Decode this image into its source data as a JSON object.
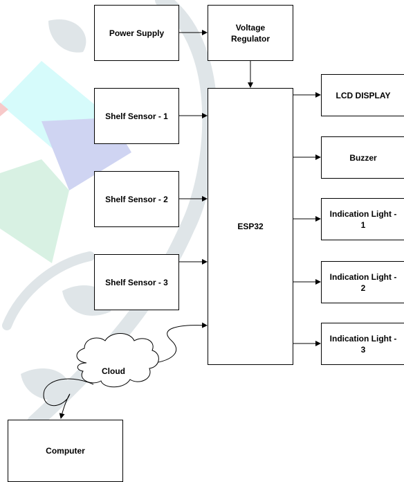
{
  "blocks": {
    "power_supply": "Power Supply",
    "voltage_regulator_line1": "Voltage",
    "voltage_regulator_line2": "Regulator",
    "shelf_sensor_1": "Shelf Sensor - 1",
    "shelf_sensor_2": "Shelf Sensor - 2",
    "shelf_sensor_3": "Shelf Sensor - 3",
    "esp32": "ESP32",
    "lcd_display": "LCD DISPLAY",
    "buzzer": "Buzzer",
    "indication_light_1_line1": "Indication Light -",
    "indication_light_1_line2": "1",
    "indication_light_2_line1": "Indication Light -",
    "indication_light_2_line2": "2",
    "indication_light_3_line1": "Indication Light -",
    "indication_light_3_line2": "3",
    "cloud": "Cloud",
    "computer": "Computer"
  },
  "colors": {
    "watermark_leaf": "#dfe5e8",
    "watermark_cyan": "#d6fbfb",
    "watermark_blue": "#cfd4f2",
    "watermark_green": "#d8f1e3",
    "watermark_red": "#f7c9c9",
    "stroke": "#000000"
  }
}
